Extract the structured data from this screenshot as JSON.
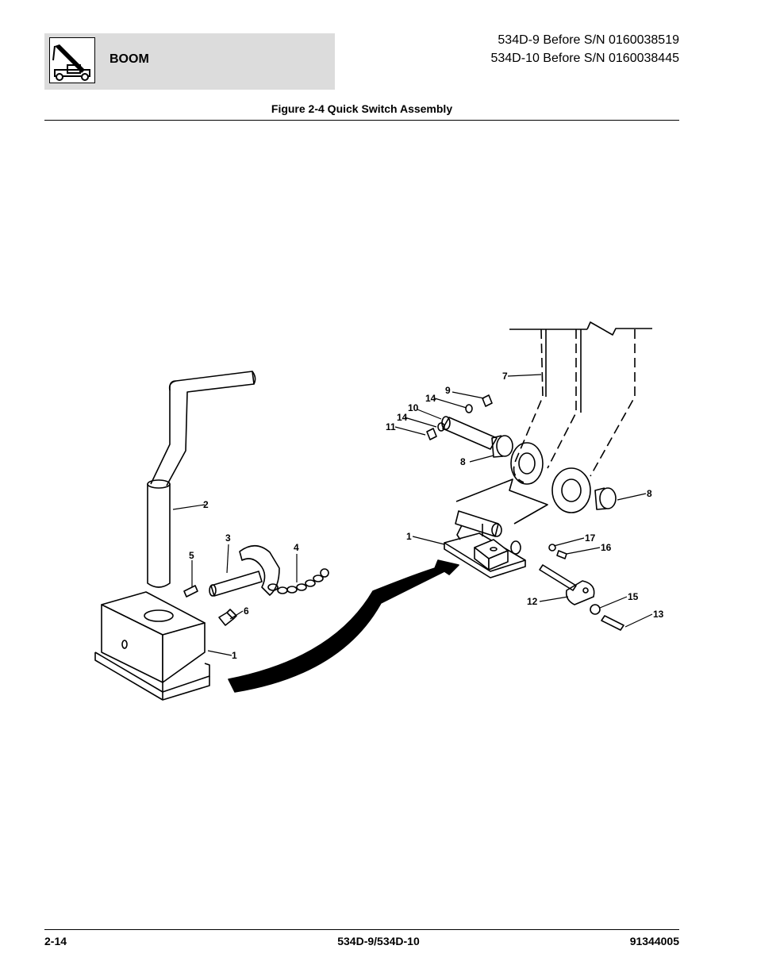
{
  "header": {
    "section": "BOOM",
    "model_line_1": "534D-9 Before S/N 0160038519",
    "model_line_2": "534D-10 Before S/N 0160038445",
    "logo_icon": "telehandler-boom-icon"
  },
  "figure": {
    "title": "Figure 2-4 Quick Switch Assembly",
    "callouts": {
      "left_1": "1",
      "left_2": "2",
      "left_3": "3",
      "left_4": "4",
      "left_5": "5",
      "left_6": "6",
      "right_1": "1",
      "right_7": "7",
      "right_8a": "8",
      "right_8b": "8",
      "right_9": "9",
      "right_10": "10",
      "right_11": "11",
      "right_12": "12",
      "right_13": "13",
      "right_14a": "14",
      "right_14b": "14",
      "right_15": "15",
      "right_16": "16",
      "right_17": "17"
    }
  },
  "footer": {
    "page": "2-14",
    "model": "534D-9/534D-10",
    "doc_number": "91344005"
  }
}
